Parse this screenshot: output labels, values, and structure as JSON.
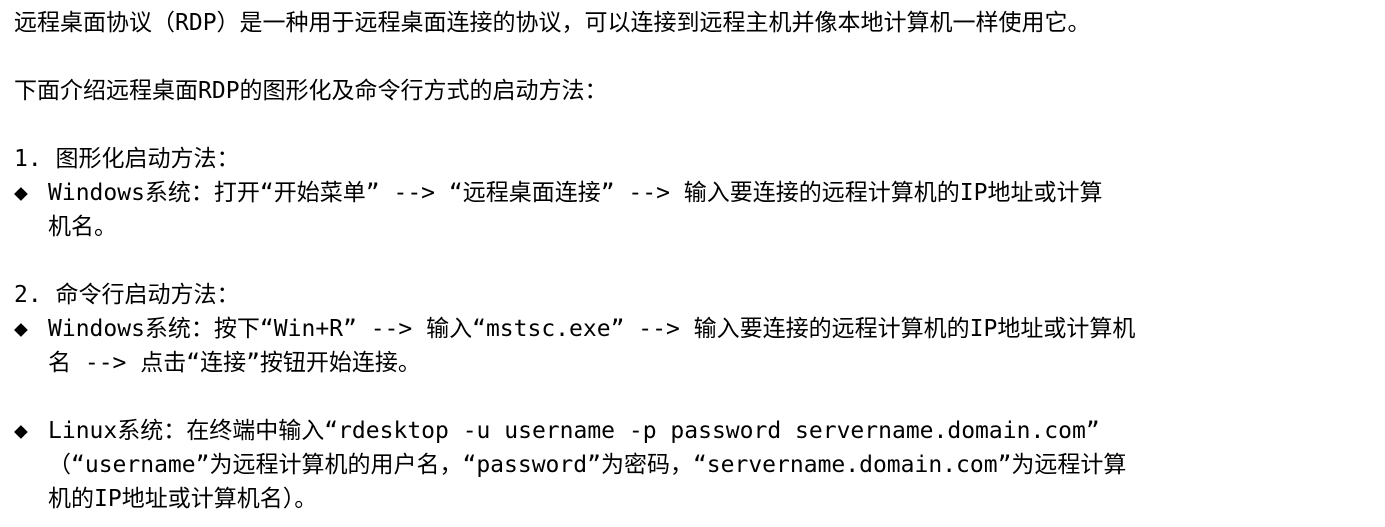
{
  "intro": "远程桌面协议（RDP）是一种用于远程桌面连接的协议，可以连接到远程主机并像本地计算机一样使用它。",
  "subtitle": "下面介绍远程桌面RDP的图形化及命令行方式的启动方法：",
  "sections": [
    {
      "heading": "1. 图形化启动方法：",
      "items": [
        {
          "bullet": "◆",
          "line1": " Windows系统：打开“开始菜单” --> “远程桌面连接” --> 输入要连接的远程计算机的IP地址或计算",
          "line2": "机名。"
        }
      ]
    },
    {
      "heading": "2. 命令行启动方法：",
      "items": [
        {
          "bullet": "◆",
          "line1": "Windows系统：按下“Win+R” --> 输入“mstsc.exe” --> 输入要连接的远程计算机的IP地址或计算机",
          "line2": "名 --> 点击“连接”按钮开始连接。"
        },
        {
          "bullet": "◆",
          "line1": "Linux系统：在终端中输入“rdesktop -u username -p password servername.domain.com”",
          "line2": "（“username”为远程计算机的用户名，“password”为密码，“servername.domain.com”为远程计算",
          "line3": "机的IP地址或计算机名）。"
        }
      ]
    }
  ]
}
